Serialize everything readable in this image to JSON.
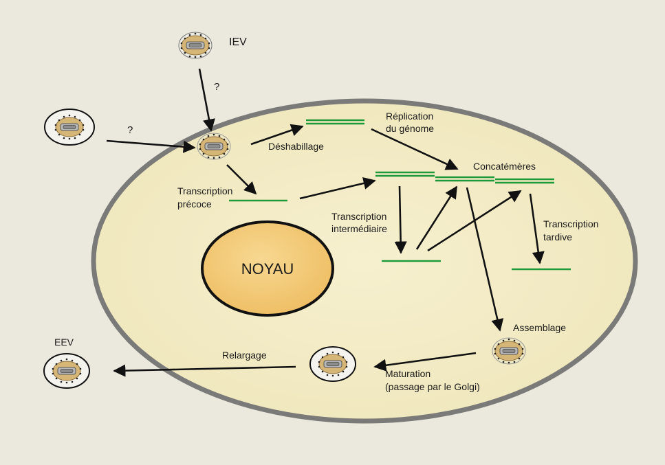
{
  "labels": {
    "iev": "IEV",
    "eev": "EEV",
    "q1": "?",
    "q2": "?",
    "deshabillage": "Déshabillage",
    "replication_1": "Réplication",
    "replication_2": "du génome",
    "concatemeres": "Concatémères",
    "transcription_precoce_1": "Transcription",
    "transcription_precoce_2": "précoce",
    "transcription_inter_1": "Transcription",
    "transcription_inter_2": "intermédiaire",
    "transcription_tardive_1": "Transcription",
    "transcription_tardive_2": "tardive",
    "noyau": "NOYAU",
    "assemblage": "Assemblage",
    "maturation_1": "Maturation",
    "maturation_2": "(passage par le Golgi)",
    "relargage": "Relargage"
  },
  "colors": {
    "background": "#ebe8dd",
    "cell_fill": "#f3ecc6",
    "cell_border": "#7a7a78",
    "nucleus_fill": "#f2c877",
    "dna_green": "#1f9a3a",
    "arrow": "#111111"
  }
}
